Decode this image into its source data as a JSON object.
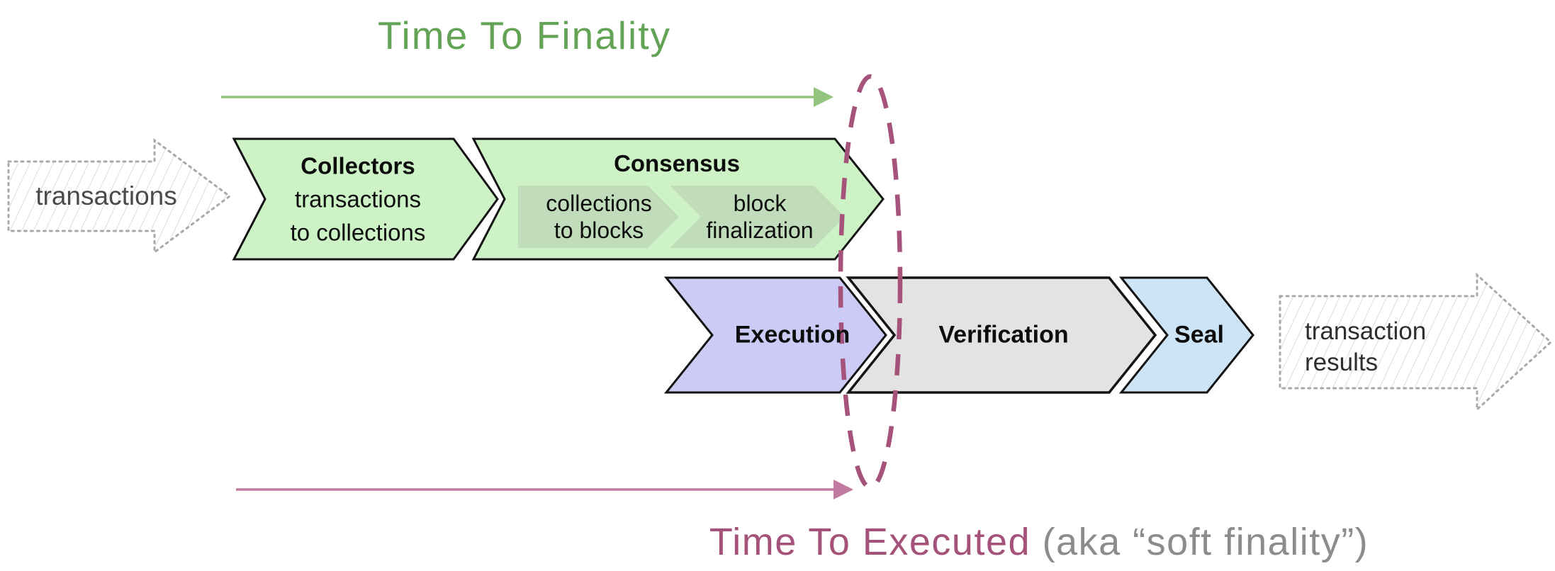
{
  "titles": {
    "top": "Time To Finality",
    "bottom_primary": "Time To Executed",
    "bottom_secondary": "(aka “soft finality”)"
  },
  "io": {
    "input_label": "transactions",
    "output_line1": "transaction",
    "output_line2": "results"
  },
  "chevrons": {
    "collectors": {
      "title": "Collectors",
      "line1": "transactions",
      "line2": "to collections"
    },
    "consensus": {
      "title": "Consensus"
    },
    "collections_to_blocks": {
      "line1": "collections",
      "line2": "to blocks"
    },
    "block_finalization": {
      "line1": "block",
      "line2": "finalization"
    },
    "execution": {
      "label": "Execution"
    },
    "verification": {
      "label": "Verification"
    },
    "seal": {
      "label": "Seal"
    }
  },
  "colors": {
    "title_green": "#63a355",
    "arrow_green": "#93c47d",
    "chevron_green_fill": "#ccf2c6",
    "chevron_green_inner_fill": "#c0dcba",
    "execution_purple_fill": "#cbcbf5",
    "verification_gray_fill": "#e3e3e3",
    "seal_blue_fill": "#cde4f7",
    "arrow_pink": "#c27ba0",
    "ellipse_maroon": "#a5537a",
    "title_maroon": "#a5527a",
    "title_secondary_gray": "#8c8c8c",
    "outline_black": "#141414",
    "sketch_border_gray": "#a9a9a9",
    "sketch_hatch_gray": "#dcdcdc"
  }
}
